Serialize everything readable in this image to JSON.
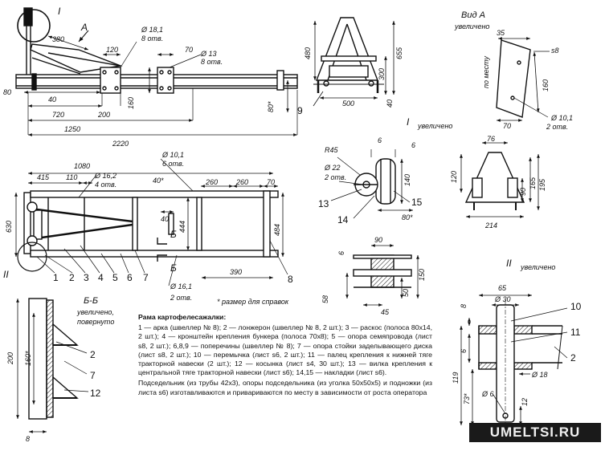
{
  "views": {
    "main_top": {
      "roman_i": "I",
      "arrow_a": "A",
      "dims": [
        "380",
        "Ø 18,1",
        "8 отв.",
        "120",
        "70",
        "Ø 13",
        "8 отв.",
        "160",
        "80",
        "40",
        "720",
        "200",
        "1250",
        "2220",
        "80*"
      ]
    },
    "side_view": {
      "dims": [
        "480",
        "655",
        "300",
        "500",
        "40"
      ],
      "part9": "9"
    },
    "view_a": {
      "title": "Вид А",
      "subtitle": "увеличено",
      "dims": [
        "35",
        "s8",
        "по месту",
        "160",
        "70",
        "Ø 10,1",
        "2 отв."
      ]
    },
    "view_i": {
      "title": "I",
      "subtitle": "увеличено",
      "dims": [
        "R45",
        "6",
        "6",
        "Ø 22",
        "2 отв.",
        "140",
        "80*"
      ],
      "parts": [
        "13",
        "14",
        "15"
      ]
    },
    "bracket_view": {
      "dims": [
        "76",
        "120",
        "90",
        "165",
        "195",
        "214"
      ]
    },
    "plan_view": {
      "roman_ii": "II",
      "dims": [
        "1080",
        "Ø 10,1",
        "6 отв.",
        "415",
        "110",
        "Ø 16,2",
        "4 отв.",
        "40*",
        "260",
        "260",
        "70",
        "630",
        "40",
        "444",
        "484",
        "Б",
        "Б",
        "390",
        "Ø 16,1",
        "2 отв."
      ],
      "parts": [
        "1",
        "2",
        "3",
        "4",
        "5",
        "6",
        "7",
        "8"
      ],
      "note": "* размер для справок"
    },
    "small_part": {
      "dims": [
        "90",
        "6",
        "150",
        "58",
        "50",
        "45"
      ]
    },
    "section_bb": {
      "title": "Б-Б",
      "subtitle1": "увеличено,",
      "subtitle2": "повернуто",
      "dims": [
        "200",
        "160*",
        "8"
      ],
      "parts": [
        "2",
        "7",
        "12"
      ]
    },
    "view_ii": {
      "title": "II",
      "subtitle": "увеличено",
      "dims": [
        "65",
        "Ø 30",
        "8",
        "6",
        "119",
        "73*",
        "Ø 18",
        "Ø 6",
        "12"
      ],
      "parts": [
        "10",
        "11",
        "2"
      ]
    }
  },
  "caption": {
    "heading": "Рама картофелесажалки:",
    "body": "1 — арка (швеллер № 8); 2 — лонжерон (швеллер № 8, 2 шт.); 3 — раскос (полоса 80х14, 2 шт.); 4 — кронштейн крепления бункера (полоса 70х8); 5 — опора семяпровода (лист s8, 2 шт.); 6,8,9 — поперечины (швеллер № 8); 7 — опора стойки заделывающего диска (лист s8, 2 шт.); 10 — перемычка (лист s6, 2 шт.); 11 — палец крепления к нижней тяге тракторной навески (2 шт.); 12 — косынка (лист s4, 30 шт.); 13 — вилка крепления к центральной тяге тракторной навески (лист s6); 14,15 — накладки (лист s6).",
    "extra": "Подседельник (из трубы 42х3), опоры подседельника (из уголка 50х50х5) и подножки (из листа s6) изготавливаются и привариваются по месту в зависимости от роста оператора"
  },
  "watermark": "UMELTSI.RU"
}
